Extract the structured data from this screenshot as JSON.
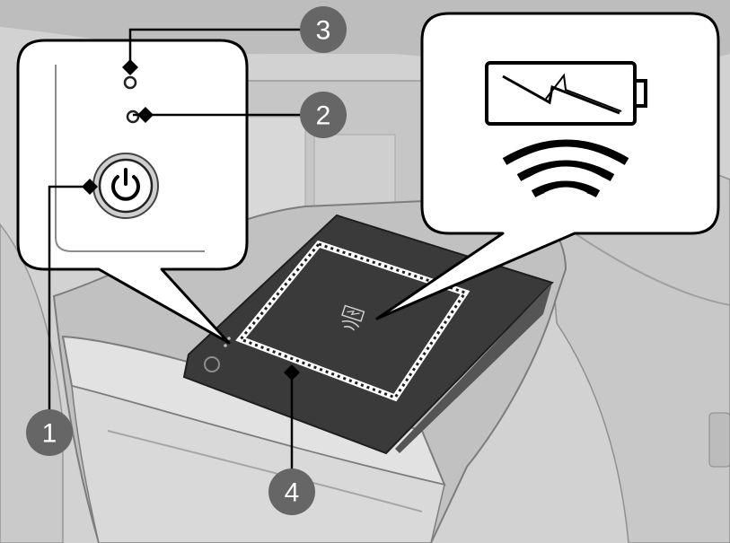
{
  "callouts": [
    {
      "number": "1",
      "refers_to": "power-button"
    },
    {
      "number": "2",
      "refers_to": "indicator-light-lower"
    },
    {
      "number": "3",
      "refers_to": "indicator-light-upper"
    },
    {
      "number": "4",
      "refers_to": "charging-area"
    }
  ],
  "icons": {
    "power": "power-icon",
    "battery": "battery-charging-icon",
    "wireless": "wireless-signal-icon"
  },
  "colors": {
    "callout_fill": "#666666",
    "panel_bg": "#ffffff",
    "pad_dark": "#3a3a3a",
    "outline": "#000000"
  }
}
